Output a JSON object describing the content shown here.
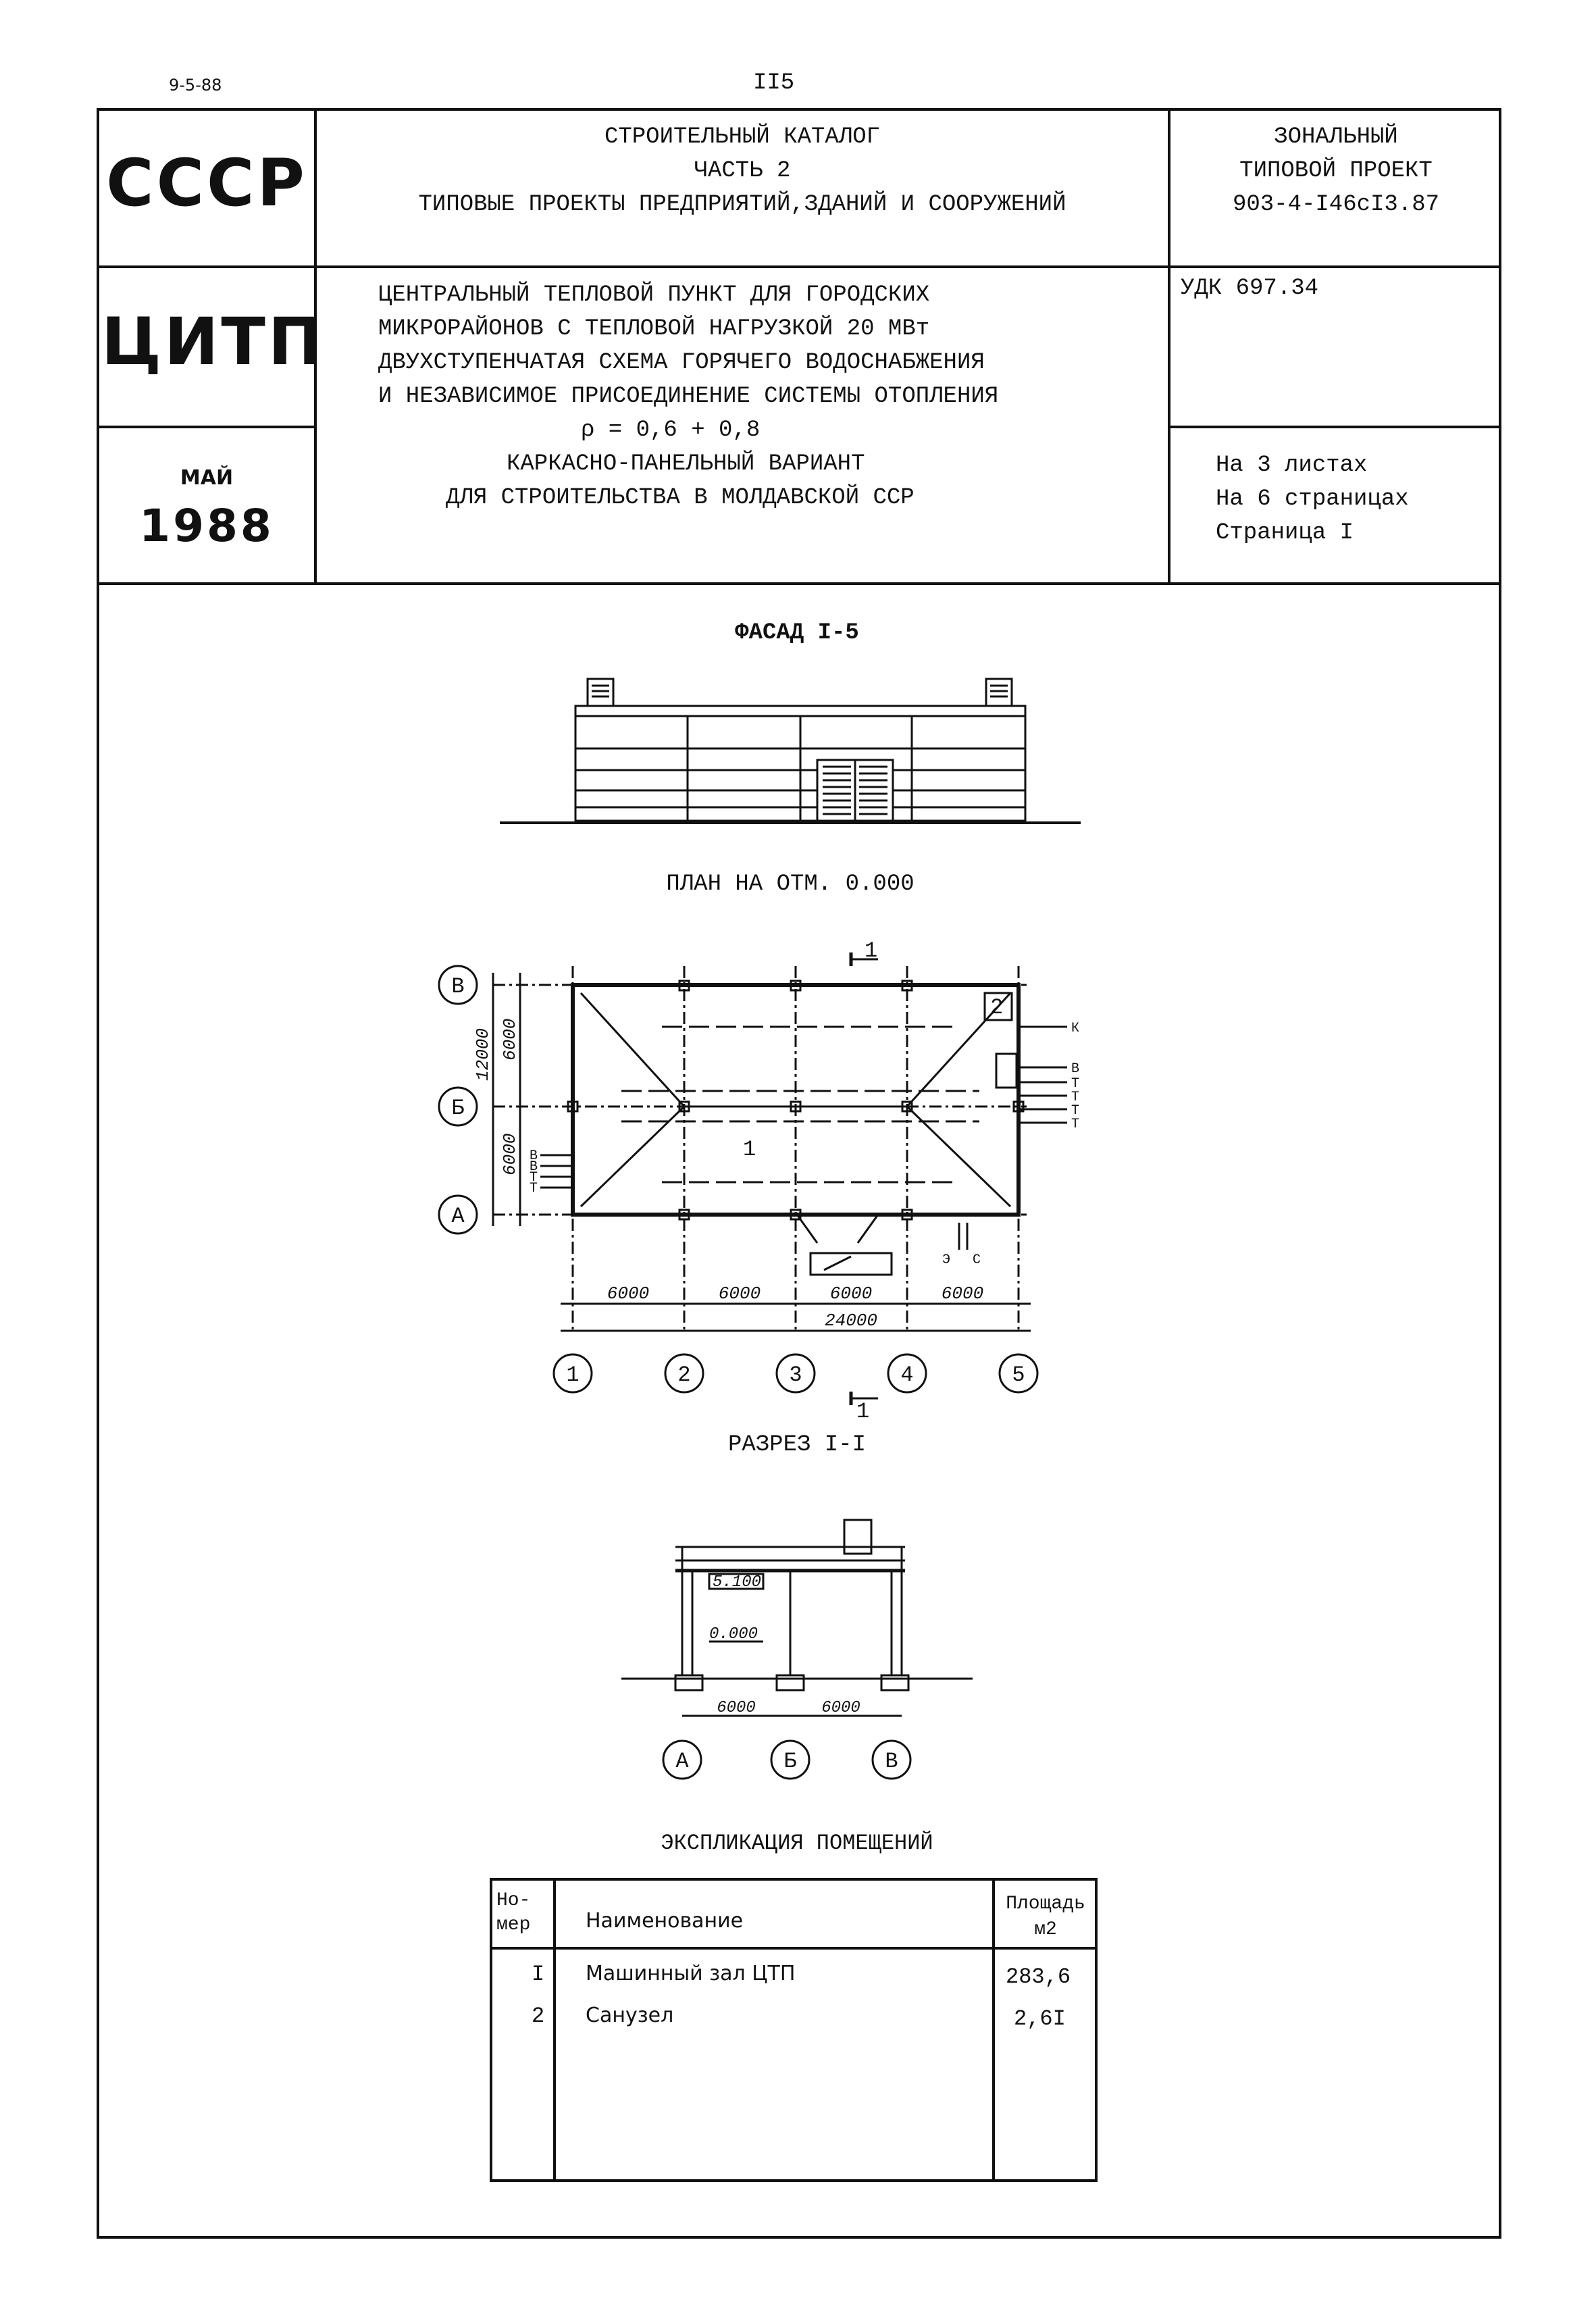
{
  "top": {
    "code": "9-5-88",
    "page_number": "II5"
  },
  "header": {
    "ussr": "СССР",
    "citp": "ЦИТП",
    "month": "МАЙ",
    "year": "1988",
    "catalog_lines": [
      "СТРОИТЕЛЬНЫЙ КАТАЛОГ",
      "ЧАСТЬ 2",
      "ТИПОВЫЕ ПРОЕКТЫ ПРЕДПРИЯТИЙ,ЗДАНИЙ И СООРУЖЕНИЙ"
    ],
    "project_lines": [
      "ЗОНАЛЬНЫЙ",
      "ТИПОВОЙ ПРОЕКТ",
      "903-4-I46сI3.87"
    ],
    "title_lines": [
      "ЦЕНТРАЛЬНЫЙ ТЕПЛОВОЙ ПУНКТ ДЛЯ ГОРОДСКИХ",
      "МИКРОРАЙОНОВ С ТЕПЛОВОЙ НАГРУЗКОЙ 20 МВт",
      "ДВУХСТУПЕНЧАТАЯ СХЕМА ГОРЯЧЕГО ВОДОСНАБЖЕНИЯ",
      "И НЕЗАВИСИМОЕ ПРИСОЕДИНЕНИЕ СИСТЕМЫ ОТОПЛЕНИЯ",
      "ρ = 0,6 + 0,8",
      "КАРКАСНО-ПАНЕЛЬНЫЙ ВАРИАНТ",
      "ДЛЯ СТРОИТЕЛЬСТВА В МОЛДАВСКОЙ ССР"
    ],
    "udk": "УДК 697.34",
    "sheets_lines": [
      "На 3 листах",
      "На 6 страницах",
      "Страница I"
    ]
  },
  "facade": {
    "title": "ФАСАД I-5"
  },
  "plan": {
    "title": "ПЛАН НА ОТМ. 0.000",
    "axes_rows": [
      "В",
      "Б",
      "А"
    ],
    "axes_cols": [
      "1",
      "2",
      "3",
      "4",
      "5"
    ],
    "dims_bottom": [
      "6000",
      "6000",
      "6000",
      "6000"
    ],
    "dim_total": "24000",
    "dims_left": [
      "6000",
      "6000"
    ],
    "dim_left_total": "12000",
    "room_labels": [
      "1",
      "2"
    ],
    "section_mark": "1",
    "right_labels": [
      "К",
      "В",
      "Т",
      "Т",
      "Т",
      "Т"
    ],
    "left_labels": [
      "В",
      "В",
      "Т",
      "Т"
    ],
    "bottom_labels": [
      "Э",
      "С"
    ]
  },
  "section": {
    "title": "РАЗРЕЗ I-I",
    "level_top": "5.100",
    "level_zero": "0.000",
    "dims": [
      "6000",
      "6000"
    ],
    "axes": [
      "А",
      "Б",
      "В"
    ]
  },
  "explication": {
    "title": "ЭКСПЛИКАЦИЯ ПОМЕЩЕНИЙ",
    "headers": {
      "num_line1": "Но-",
      "num_line2": "мер",
      "name": "Наименование",
      "area_line1": "Площадь",
      "area_line2": "м2"
    },
    "rows": [
      {
        "num": "I",
        "name": "Машинный зал ЦТП",
        "area": "283,6"
      },
      {
        "num": "2",
        "name": "Санузел",
        "area": "2,6I"
      }
    ]
  }
}
